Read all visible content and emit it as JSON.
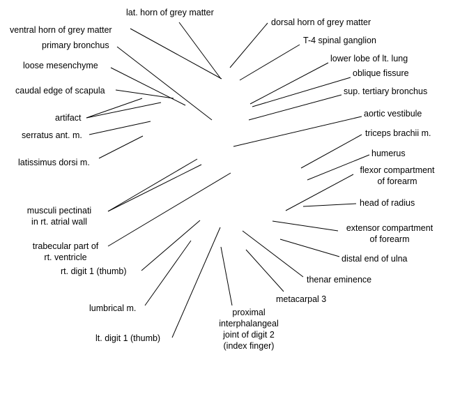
{
  "labels": {
    "lat_horn": "lat. horn of grey matter",
    "dorsal_horn": "dorsal horn of grey matter",
    "ventral_horn": "ventral horn of grey matter",
    "t4_ganglion": "T-4 spinal ganglion",
    "primary_bronchus": "primary bronchus",
    "lower_lobe": "lower lobe of lt. lung",
    "loose_mesenchyme": "loose mesenchyme",
    "oblique_fissure": "oblique fissure",
    "caudal_scapula": "caudal edge of scapula",
    "sup_tertiary": "sup. tertiary bronchus",
    "artifact": "artifact",
    "aortic_vestibule": "aortic vestibule",
    "serratus": "serratus ant. m.",
    "triceps": "triceps brachii m.",
    "latissimus": "latissimus dorsi m.",
    "humerus": "humerus",
    "flexor_line1": "flexor compartment",
    "flexor_line2": "of forearm",
    "head_radius": "head of radius",
    "musculi_line1": "musculi pectinati",
    "musculi_line2": "in rt. atrial wall",
    "extensor_line1": "extensor compartment",
    "extensor_line2": "of forearm",
    "trabecular_line1": "trabecular part of",
    "trabecular_line2": "rt. ventricle",
    "distal_ulna": "distal end of ulna",
    "rt_digit": "rt. digit 1 (thumb)",
    "thenar": "thenar eminence",
    "metacarpal": "metacarpal 3",
    "lumbrical": "lumbrical m.",
    "proximal_line1": "proximal",
    "proximal_line2": "interphalangeal",
    "proximal_line3": "joint of digit 2",
    "proximal_line4": "(index finger)",
    "lt_digit": "lt. digit 1 (thumb)"
  }
}
